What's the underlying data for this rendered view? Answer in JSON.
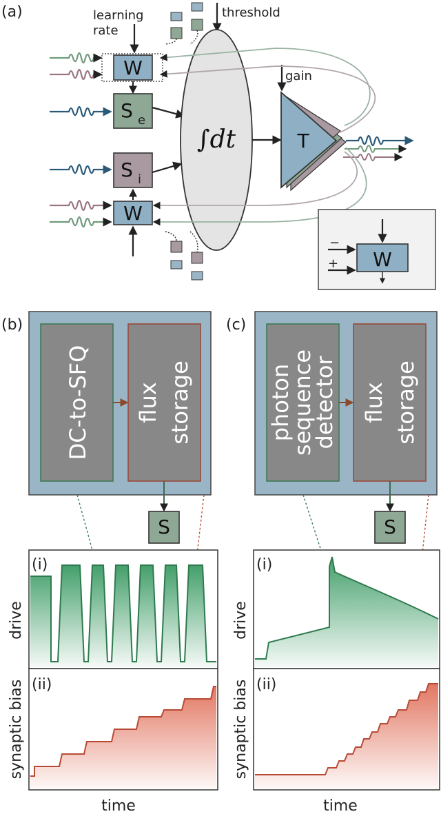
{
  "panels": {
    "a": "(a)",
    "b": "(b)",
    "c": "(c)"
  },
  "panel_a": {
    "learning_rate": [
      "learning",
      "rate"
    ],
    "threshold": "threshold",
    "gain": "gain",
    "weight": "W",
    "excitatory_synapse": "S",
    "excitatory_sub": "e",
    "inhibitory_synapse": "S",
    "inhibitory_sub": "i",
    "integrator": "∫dt",
    "transmitter": "T",
    "inset_minus": "−",
    "inset_plus": "+"
  },
  "panel_b": {
    "left_block": "DC-to-SFQ",
    "right_block": [
      "flux",
      "storage"
    ],
    "synapse": "S",
    "sub_i": "(i)",
    "sub_ii": "(ii)",
    "ylabel_top": "drive",
    "ylabel_bottom": "synaptic bias",
    "xlabel": "time"
  },
  "panel_c": {
    "left_block": [
      "photon",
      "sequence",
      "detector"
    ],
    "right_block": [
      "flux",
      "storage"
    ],
    "synapse": "S",
    "sub_i": "(i)",
    "sub_ii": "(ii)",
    "ylabel_top": "drive",
    "ylabel_bottom": "synaptic bias",
    "xlabel": "time"
  },
  "colors": {
    "weight_blue": "#8fb0c4",
    "synapse_green": "#8fa896",
    "inhibit_mauve": "#a89aa0",
    "block_blue": "#9ab6c6",
    "block_gray": "#888888",
    "green_border": "#3e7a56",
    "red_border": "#9a4a3a",
    "drive_green": "#3a9a63",
    "bias_red": "#e0705a"
  }
}
